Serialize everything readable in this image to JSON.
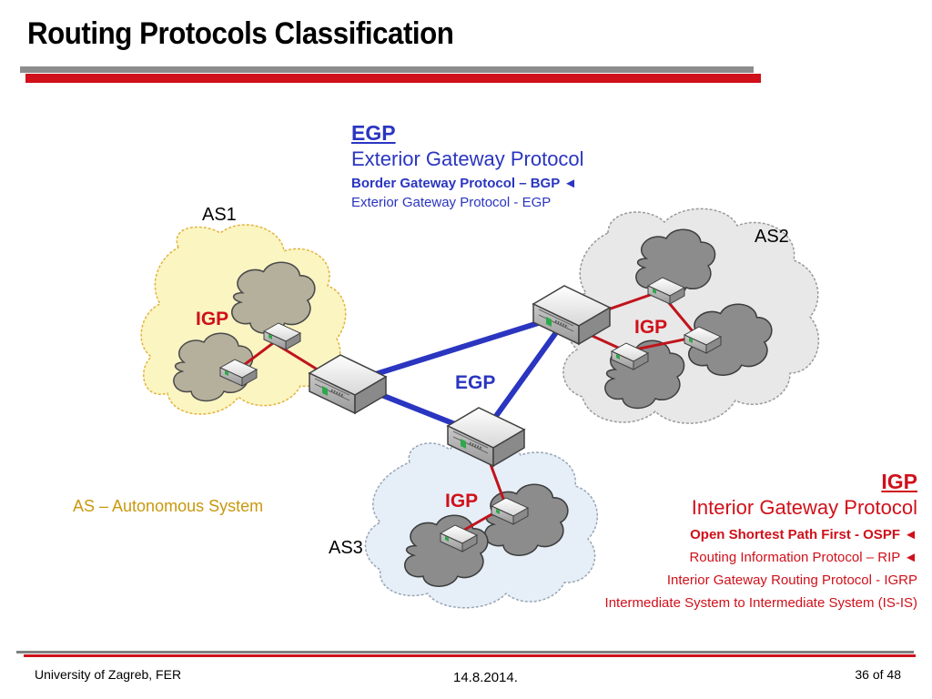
{
  "title": "Routing Protocols Classification",
  "egp": {
    "heading": "EGP",
    "subtitle": "Exterior Gateway Protocol",
    "protocols": [
      "Border Gateway Protocol – BGP ◄",
      "Exterior Gateway Protocol - EGP"
    ]
  },
  "igp": {
    "heading": "IGP",
    "subtitle": "Interior Gateway Protocol",
    "protocols": [
      "Open Shortest Path First - OSPF ◄",
      "Routing Information Protocol – RIP ◄",
      "Interior Gateway Routing Protocol - IGRP",
      "Intermediate System to Intermediate System (IS-IS)"
    ]
  },
  "diagram": {
    "as1": "AS1",
    "as2": "AS2",
    "as3": "AS3",
    "igp_label": "IGP",
    "egp_label": "EGP"
  },
  "legend": "AS – Autonomous System",
  "colors": {
    "egp": "#2a35c0",
    "igp": "#d0101a",
    "as1_fill": "#fbf5c2",
    "as2_fill": "#e8e8e8",
    "as3_fill": "#e6eff8"
  },
  "footer": {
    "left": "University of Zagreb, FER",
    "center": "14.8.2014.",
    "right": "36 of 48"
  }
}
